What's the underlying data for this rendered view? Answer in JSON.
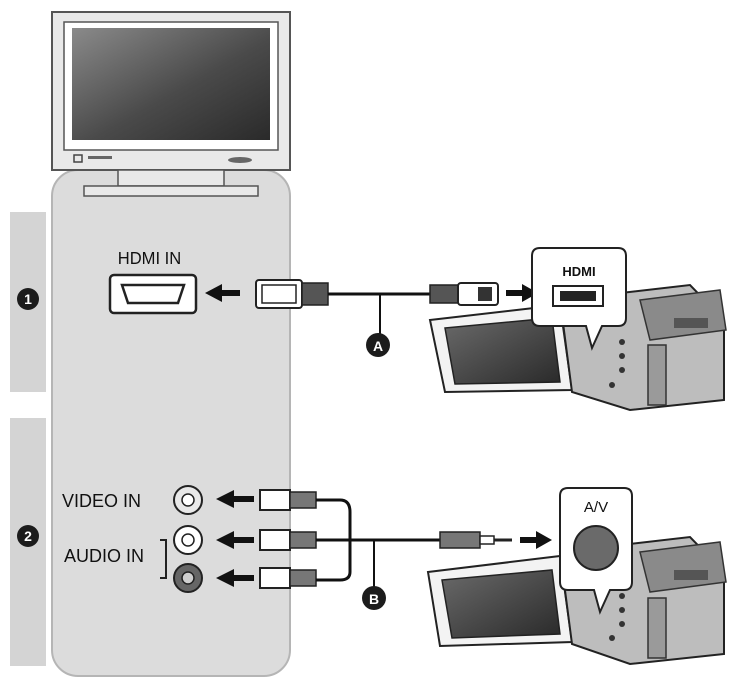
{
  "step_markers": [
    "1",
    "2"
  ],
  "tv_ports": {
    "hdmi_in": "HDMI IN",
    "video_in": "VIDEO IN",
    "audio_in": "AUDIO IN"
  },
  "camera_ports": {
    "hdmi_logo": "HDMI",
    "av_label": "A/V"
  },
  "cable_labels": [
    "A",
    "B"
  ],
  "colors": {
    "tv_panel": "#dcdcdc",
    "side_bars": "#d4d4d4",
    "screen": "#5a5a5a",
    "marker_fill": "#1c1c1c",
    "camera_body": "#3a3a3a"
  }
}
